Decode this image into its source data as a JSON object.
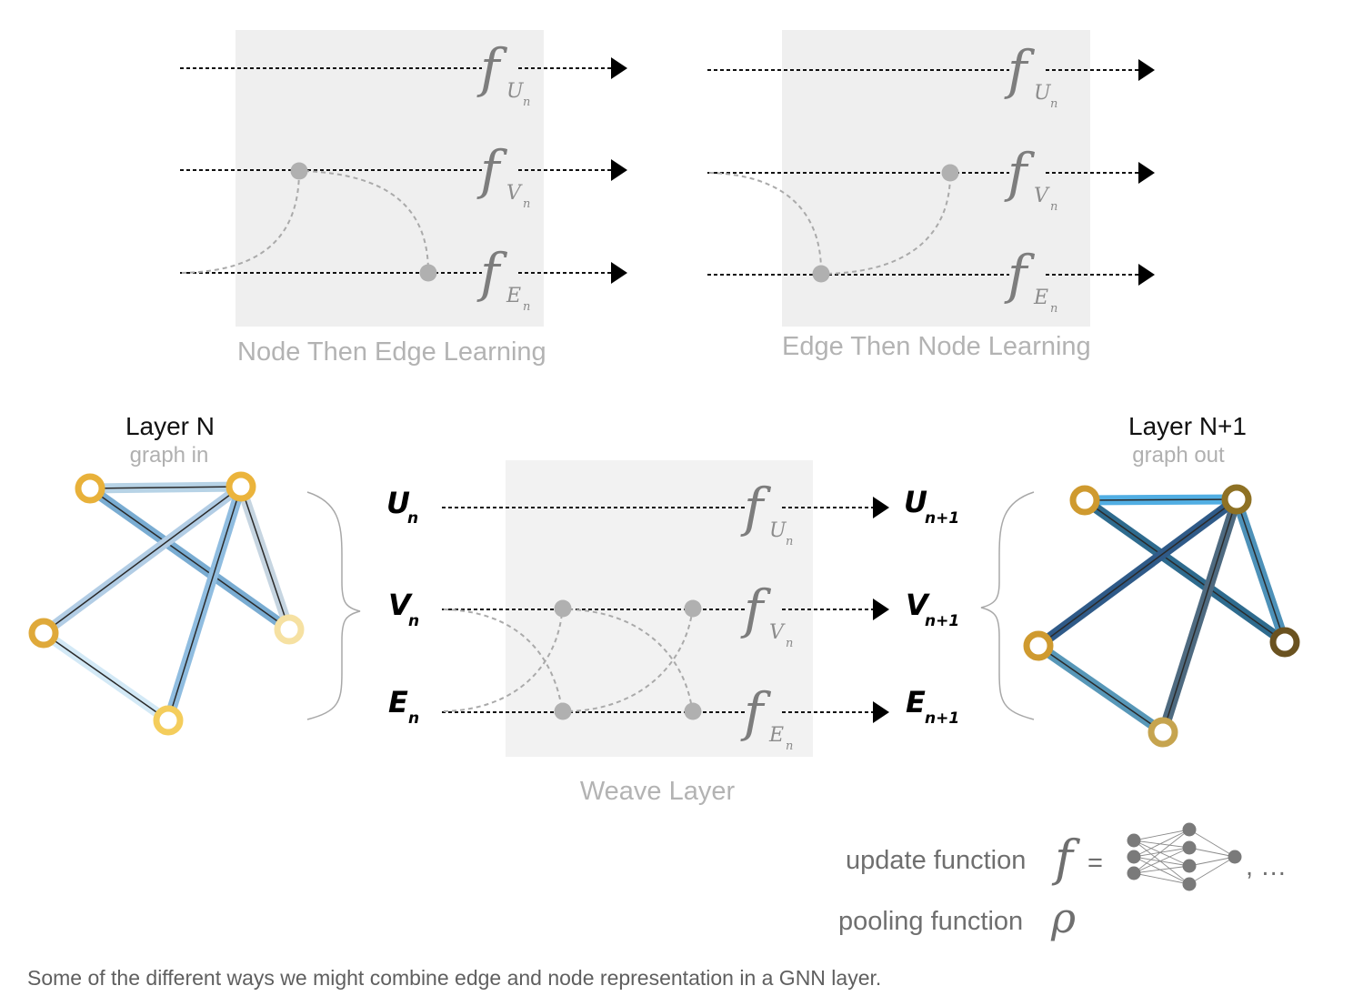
{
  "panels": [
    {
      "id": "node-then-edge",
      "title": "Node Then Edge Learning",
      "functions": [
        {
          "symbol": "f",
          "subscript": "U",
          "subscript_index": "n"
        },
        {
          "symbol": "f",
          "subscript": "V",
          "subscript_index": "n"
        },
        {
          "symbol": "f",
          "subscript": "E",
          "subscript_index": "n"
        }
      ]
    },
    {
      "id": "edge-then-node",
      "title": "Edge Then Node Learning",
      "functions": [
        {
          "symbol": "f",
          "subscript": "U",
          "subscript_index": "n"
        },
        {
          "symbol": "f",
          "subscript": "V",
          "subscript_index": "n"
        },
        {
          "symbol": "f",
          "subscript": "E",
          "subscript_index": "n"
        }
      ]
    },
    {
      "id": "weave",
      "title": "Weave Layer",
      "functions": [
        {
          "symbol": "f",
          "subscript": "U",
          "subscript_index": "n"
        },
        {
          "symbol": "f",
          "subscript": "V",
          "subscript_index": "n"
        },
        {
          "symbol": "f",
          "subscript": "E",
          "subscript_index": "n"
        }
      ]
    }
  ],
  "weave_inputs": [
    {
      "main": "U",
      "sub": "n"
    },
    {
      "main": "V",
      "sub": "n"
    },
    {
      "main": "E",
      "sub": "n"
    }
  ],
  "weave_outputs": [
    {
      "main": "U",
      "sub": "n+1"
    },
    {
      "main": "V",
      "sub": "n+1"
    },
    {
      "main": "E",
      "sub": "n+1"
    }
  ],
  "graph_in": {
    "title": "Layer N",
    "subtitle": "graph in",
    "node_colors": [
      "#e8b13a",
      "#ebb43c",
      "#dfa93a",
      "#f6e1a2",
      "#f4cd5c"
    ],
    "edge_colors": [
      "#b7d3e6",
      "#79acd2",
      "#b2cde5",
      "#c6d5e1",
      "#90bde0",
      "#d3e9f6"
    ]
  },
  "graph_out": {
    "title": "Layer N+1",
    "subtitle": "graph out",
    "node_colors": [
      "#cf9a2f",
      "#8e7124",
      "#cf9a2f",
      "#6a5220",
      "#c6a44f"
    ],
    "edge_colors": [
      "#51aee3",
      "#2e6b8e",
      "#2f5a88",
      "#4d91b8",
      "#4e6a80",
      "#5797b8"
    ]
  },
  "legend": {
    "update_label": "update function",
    "update_symbol": "f",
    "equals": "=",
    "ellipsis": ", …",
    "pooling_label": "pooling function",
    "pooling_symbol": "ρ"
  },
  "caption": "Some of the different ways we might combine edge and node representation in a GNN layer."
}
